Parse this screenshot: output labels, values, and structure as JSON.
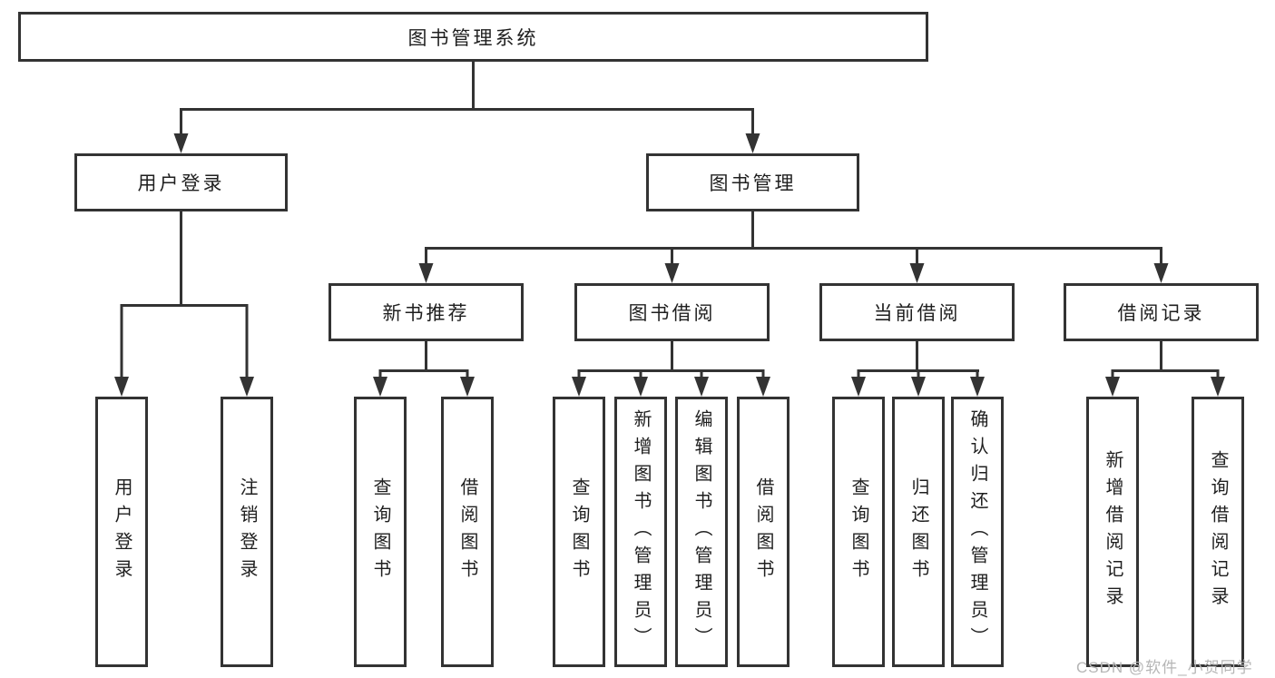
{
  "tree": {
    "root": "图书管理系统",
    "branches": [
      {
        "label": "用户登录",
        "leaves": [
          "用户登录",
          "注销登录"
        ]
      },
      {
        "label": "图书管理",
        "groups": [
          {
            "label": "新书推荐",
            "leaves": [
              "查询图书",
              "借阅图书"
            ]
          },
          {
            "label": "图书借阅",
            "leaves": [
              "查询图书",
              "新增图书（管理员）",
              "编辑图书（管理员）",
              "借阅图书"
            ]
          },
          {
            "label": "当前借阅",
            "leaves": [
              "查询图书",
              "归还图书",
              "确认归还（管理员）"
            ]
          },
          {
            "label": "借阅记录",
            "leaves": [
              "新增借阅记录",
              "查询借阅记录"
            ]
          }
        ]
      }
    ]
  },
  "watermark": {
    "text": "CSDN @软件_小贺同学"
  },
  "colors": {
    "line": "#333333",
    "text": "#1f1f1f",
    "watermark": "#b6b6b6",
    "background": "#ffffff"
  }
}
